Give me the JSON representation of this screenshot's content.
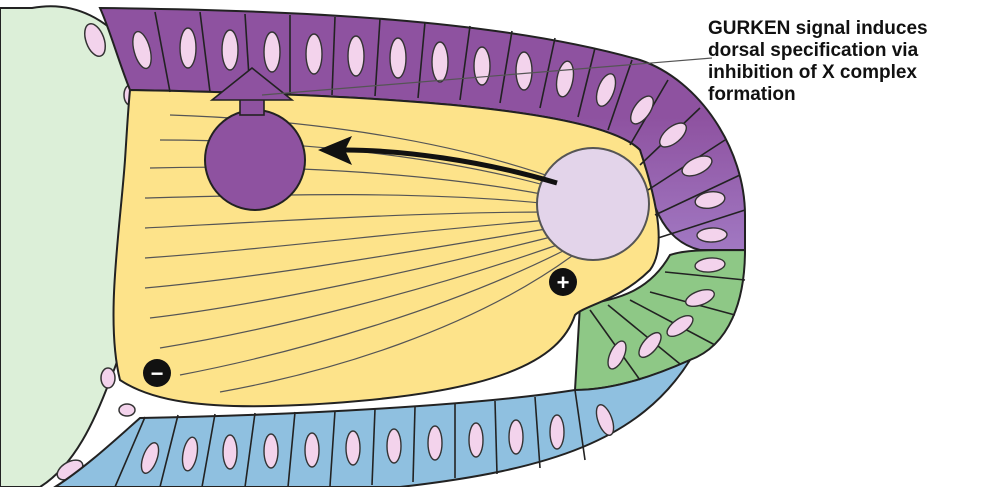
{
  "annotation": {
    "lines": [
      "GURKEN signal  induces",
      "dorsal specification via",
      "inhibition  of X complex",
      "formation"
    ]
  },
  "symbols": {
    "plus": "+",
    "minus": "−"
  },
  "colors": {
    "yolk": "#fde38a",
    "dorsal_cells": "#8e52a0",
    "dorsal_cells_light": "#b68ccd",
    "posterior_cells": "#8ec886",
    "ventral_cells": "#8fc0e0",
    "anterior_nurse": "#dcefd8",
    "nucleus_new": "#8e52a0",
    "nucleus_old": "#e3d4ea",
    "cell_nucleus": "#f3d3ec",
    "outline": "#222222"
  },
  "icons": {
    "arrow": "migration-arrow-icon",
    "up_arrow": "gurken-signal-arrow-icon"
  }
}
